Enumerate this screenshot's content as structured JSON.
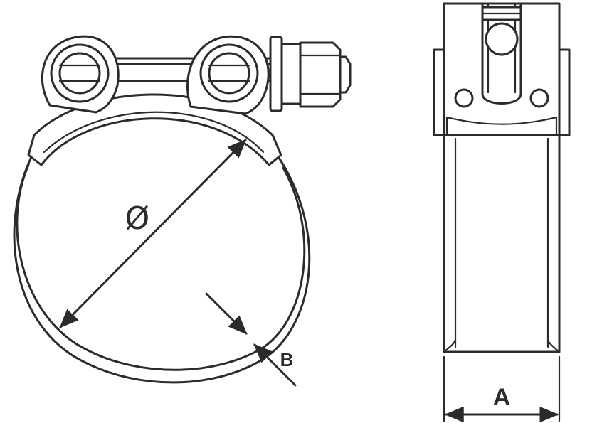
{
  "labels": {
    "diameter": "Ø",
    "band_thickness": "B",
    "band_width": "A"
  },
  "colors": {
    "line": "#2b2b2b",
    "background": "#ffffff"
  }
}
